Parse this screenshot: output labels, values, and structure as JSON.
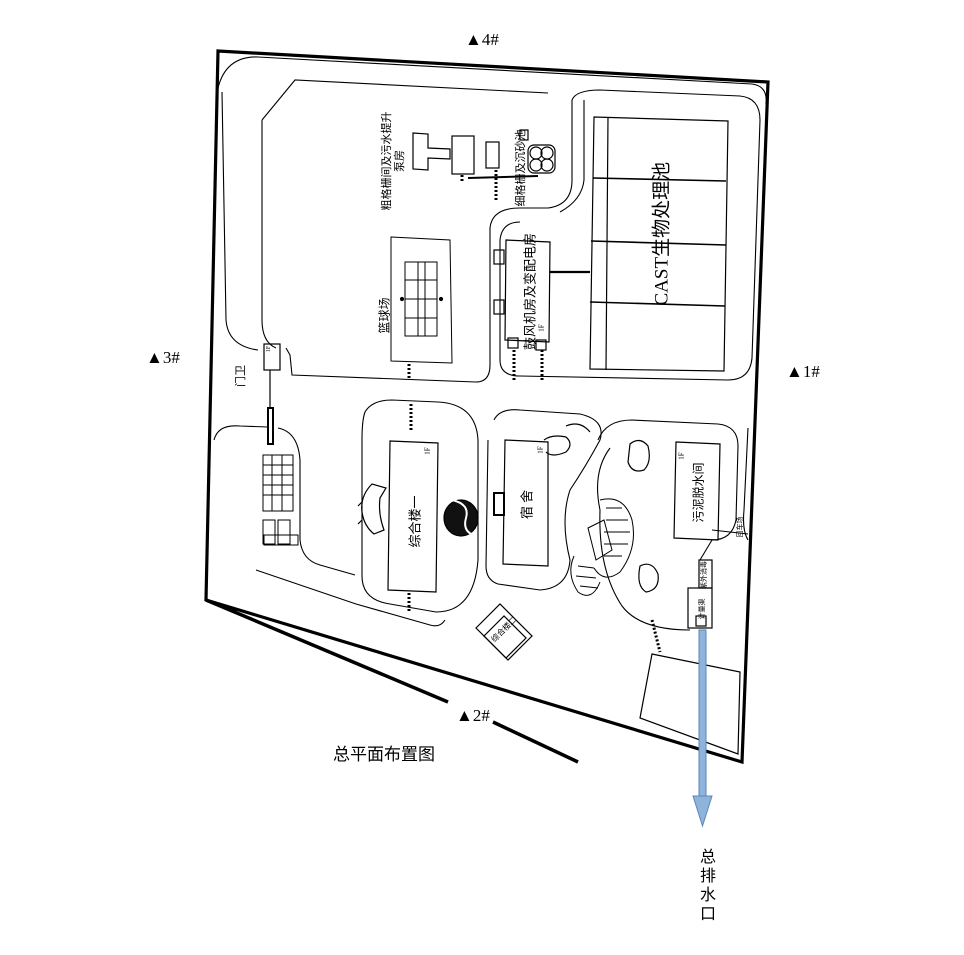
{
  "markers": {
    "m1": "▲1#",
    "m2": "▲2#",
    "m3": "▲3#",
    "m4": "▲4#"
  },
  "caption": "总平面布置图",
  "outlet": "总排水口",
  "buildings": {
    "cast": "CAST生物处理池",
    "blower": "鼓风机房及变配电房",
    "screen_pump": "粗格栅间及污水提升泵房",
    "fine_screen": "细格栅及沉砂池",
    "basketball": "篮球场",
    "guard": "门卫",
    "complex": "综合楼一",
    "dorm": "宿 舍",
    "sludge": "污泥脱水间",
    "floor_tag": "1F",
    "small_complex": "综合楼二",
    "side_label": "回车场",
    "uv": "紫外消毒",
    "meter": "计量渠"
  },
  "colors": {
    "line": "#000000",
    "outlet_arrow": "#8fb4dc",
    "outlet_arrow_edge": "#5a86b8"
  }
}
